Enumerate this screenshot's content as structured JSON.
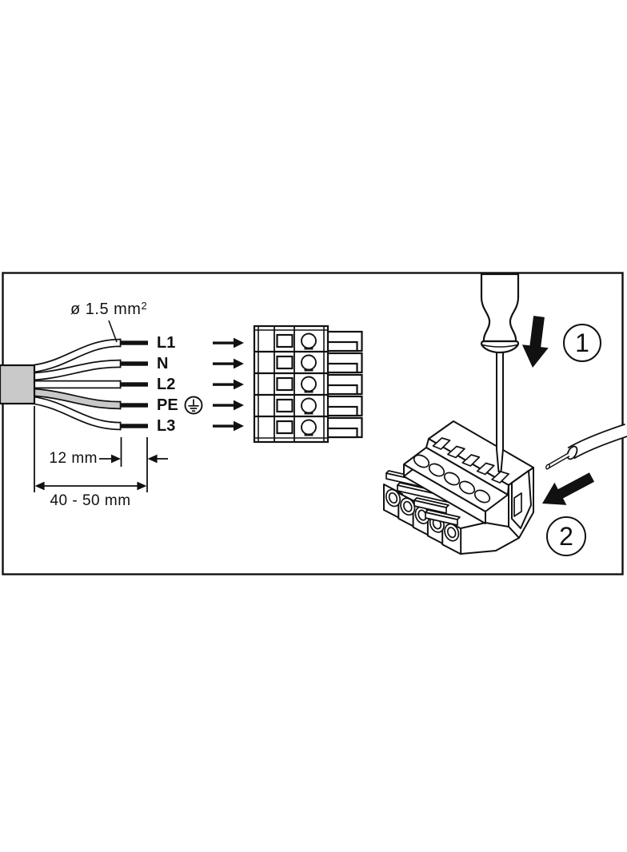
{
  "figure": {
    "background": "#ffffff",
    "ink": "#111111",
    "cable_sheath_color": "#c9c9c9"
  },
  "wiring": {
    "gauge_label": {
      "text": "ø 1.5 mm",
      "sup": "2"
    },
    "conductors": [
      {
        "label": "L1"
      },
      {
        "label": "N"
      },
      {
        "label": "L2"
      },
      {
        "label": "PE",
        "icon": "protective-earth-icon"
      },
      {
        "label": "L3"
      }
    ],
    "dimensions": {
      "strip": "12 mm",
      "outer": "40 - 50 mm"
    }
  },
  "terminal_block": {
    "poles": 5
  },
  "steps": [
    {
      "number": "1",
      "icon": "arrow-down-icon"
    },
    {
      "number": "2",
      "icon": "arrow-out-icon"
    }
  ]
}
